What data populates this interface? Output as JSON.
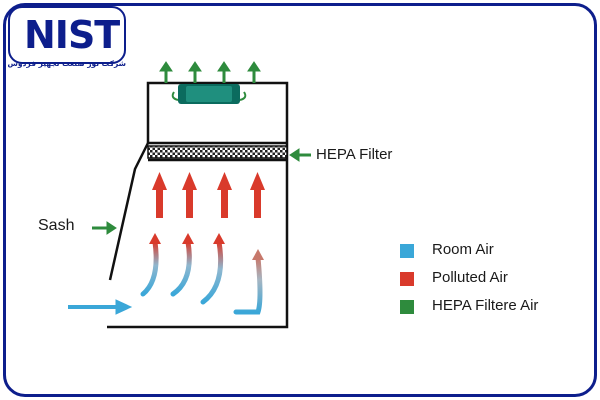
{
  "logo": {
    "text": "NIST",
    "company_name": "شرکت نور صنعت تجهیز فردوس"
  },
  "labels": {
    "hepa_filter": "HEPA Filter",
    "sash": "Sash"
  },
  "legend": [
    {
      "label": "Room Air",
      "color": "#3aa7d8"
    },
    {
      "label": "Polluted Air",
      "color": "#d93a2b"
    },
    {
      "label": "HEPA Filtere Air",
      "color": "#2e8b3d"
    }
  ],
  "colors": {
    "frame": "#0d1e8c",
    "room_air": "#3aa7d8",
    "polluted_air": "#d93a2b",
    "hepa_air": "#2e8b3d",
    "outline": "#111111",
    "fan": "#0b6b5e"
  }
}
